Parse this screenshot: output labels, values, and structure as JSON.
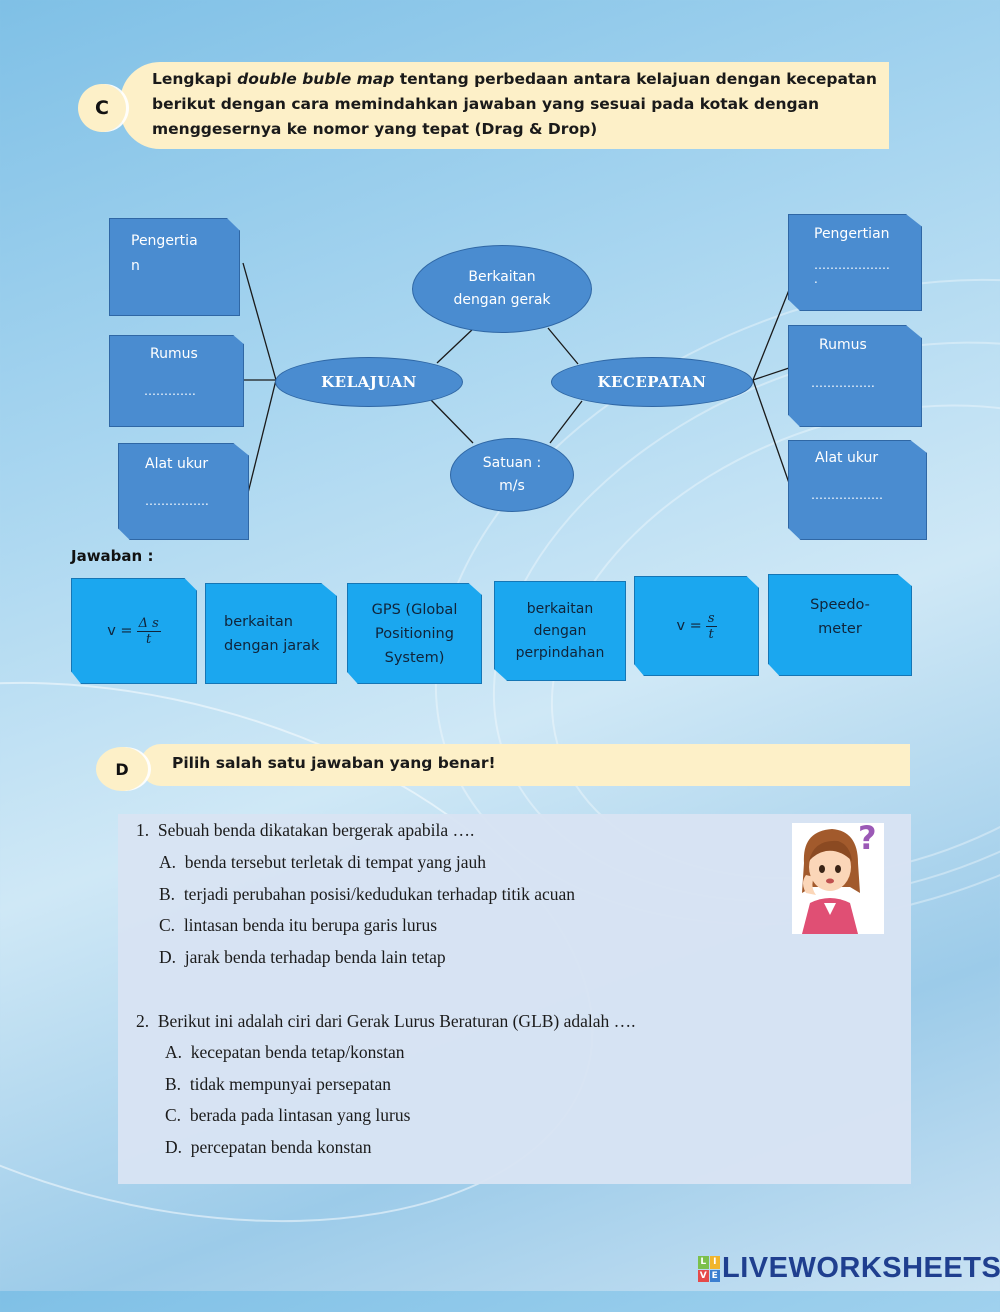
{
  "section_c": {
    "letter": "C",
    "line1_a": "Lengkapi ",
    "line1_em": "double buble map",
    "line1_b": " tentang perbedaan antara kelajuan dengan kecepatan",
    "line2": "berikut dengan cara memindahkan jawaban yang sesuai pada kotak dengan",
    "line3": "menggesernya ke nomor yang tepat (Drag & Drop)"
  },
  "map": {
    "left": {
      "pengertian": {
        "line1": "Pengertia",
        "line2": "n"
      },
      "rumus": {
        "label": "Rumus",
        "blank": "…………."
      },
      "alat_ukur": {
        "label": "Alat ukur",
        "blank": "……………."
      }
    },
    "right": {
      "pengertian": {
        "label": "Pengertian",
        "blank": "……………….",
        "dot": "."
      },
      "rumus": {
        "label": "Rumus",
        "blank": "……………."
      },
      "alat_ukur": {
        "label": "Alat ukur",
        "blank": "………………"
      }
    },
    "center": {
      "kelajuan": "KELAJUAN",
      "kecepatan": "KECEPATAN",
      "top_line1": "Berkaitan",
      "top_line2": "dengan gerak",
      "bottom_line1": "Satuan :",
      "bottom_line2": "m/s"
    }
  },
  "answers": {
    "heading": "Jawaban :",
    "tile1": {
      "prefix": "v =",
      "num": "Δ s",
      "den": "t"
    },
    "tile2": {
      "line1": "berkaitan",
      "line2": "dengan jarak"
    },
    "tile3": {
      "line1": "GPS (Global",
      "line2": "Positioning",
      "line3": "System)"
    },
    "tile4": {
      "line1": "berkaitan",
      "line2": "dengan",
      "line3": "perpindahan"
    },
    "tile5": {
      "prefix": "v =",
      "num": "s",
      "den": "t"
    },
    "tile6": {
      "line1": "Speedo-",
      "line2": "meter"
    }
  },
  "section_d": {
    "letter": "D",
    "title": "Pilih salah satu jawaban yang benar!"
  },
  "questions": [
    {
      "number": "1.",
      "text": "Sebuah benda dikatakan bergerak apabila ….",
      "options": [
        {
          "letter": "A.",
          "text": "benda tersebut terletak di tempat yang jauh"
        },
        {
          "letter": "B.",
          "text": "terjadi perubahan posisi/kedudukan terhadap titik acuan"
        },
        {
          "letter": "C.",
          "text": "lintasan benda itu berupa garis lurus"
        },
        {
          "letter": "D.",
          "text": "jarak benda terhadap benda lain tetap"
        }
      ]
    },
    {
      "number": "2.",
      "text": "Berikut ini adalah ciri dari Gerak Lurus Beraturan (GLB) adalah ….",
      "options": [
        {
          "letter": "A.",
          "text": "kecepatan benda tetap/konstan"
        },
        {
          "letter": "B.",
          "text": "tidak mempunyai persepatan"
        },
        {
          "letter": "C.",
          "text": "berada pada lintasan yang lurus"
        },
        {
          "letter": "D.",
          "text": "percepatan benda konstan"
        }
      ]
    }
  ],
  "brand": "LIVEWORKSHEETS",
  "brand_logo_letters": [
    "L",
    "I",
    "V",
    "E"
  ],
  "question_mark": "?"
}
